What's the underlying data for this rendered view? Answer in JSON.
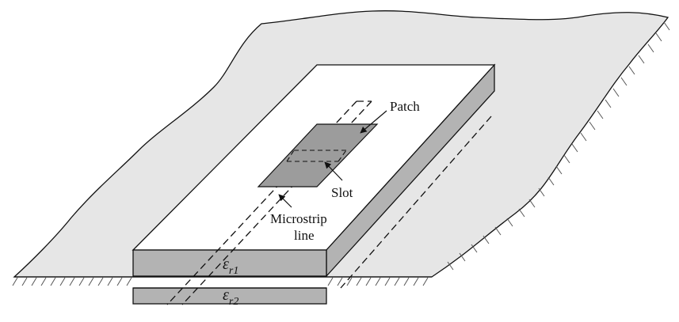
{
  "labels": {
    "patch": "Patch",
    "slot": "Slot",
    "microstrip_line_1": "Microstrip",
    "microstrip_line_2": "line",
    "eps1_base": "ε",
    "eps1_sub": "r1",
    "eps2_base": "ε",
    "eps2_sub": "r2"
  },
  "colors": {
    "ground_plane": "#e6e6e6",
    "substrate_side": "#b3b3b3",
    "patch": "#9c9c9c",
    "outline": "#111111"
  }
}
